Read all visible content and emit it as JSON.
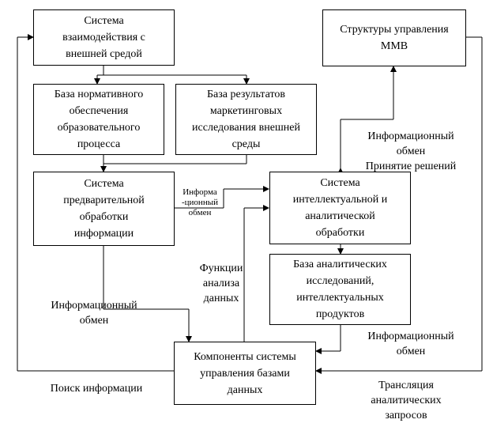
{
  "boxes": {
    "interaction": "Система\nвзаимодействия с\nвнешней средой",
    "management": "Структуры управления\nММВ",
    "normative_base": "База нормативного\nобеспечения\nобразовательного\nпроцесса",
    "marketing_base": "База результатов\nмаркетинговых\nисследования внешней\nсреды",
    "preprocessing": "Система\nпредварительной\nобработки\nинформации",
    "intelligent": "Система\nинтеллектуальной и\nаналитической\nобработки",
    "analytics_base": "База аналитических\nисследований,\nинтеллектуальных\nпродуктов",
    "dbms": "Компоненты системы\nуправления базами\nданных"
  },
  "labels": {
    "info_exchange_decisions": "Информационный\nобмен\nПринятие решений",
    "info_exchange_small": "Информа\n-ционный\nобмен",
    "analysis_functions": "Функции\nанализа\nданных",
    "info_exchange_left": "Информационный\nобмен",
    "info_exchange_right": "Информационный\nобмен",
    "info_search": "Поиск информации",
    "query_translation": "Трансляция\nаналитических\nзапросов"
  }
}
